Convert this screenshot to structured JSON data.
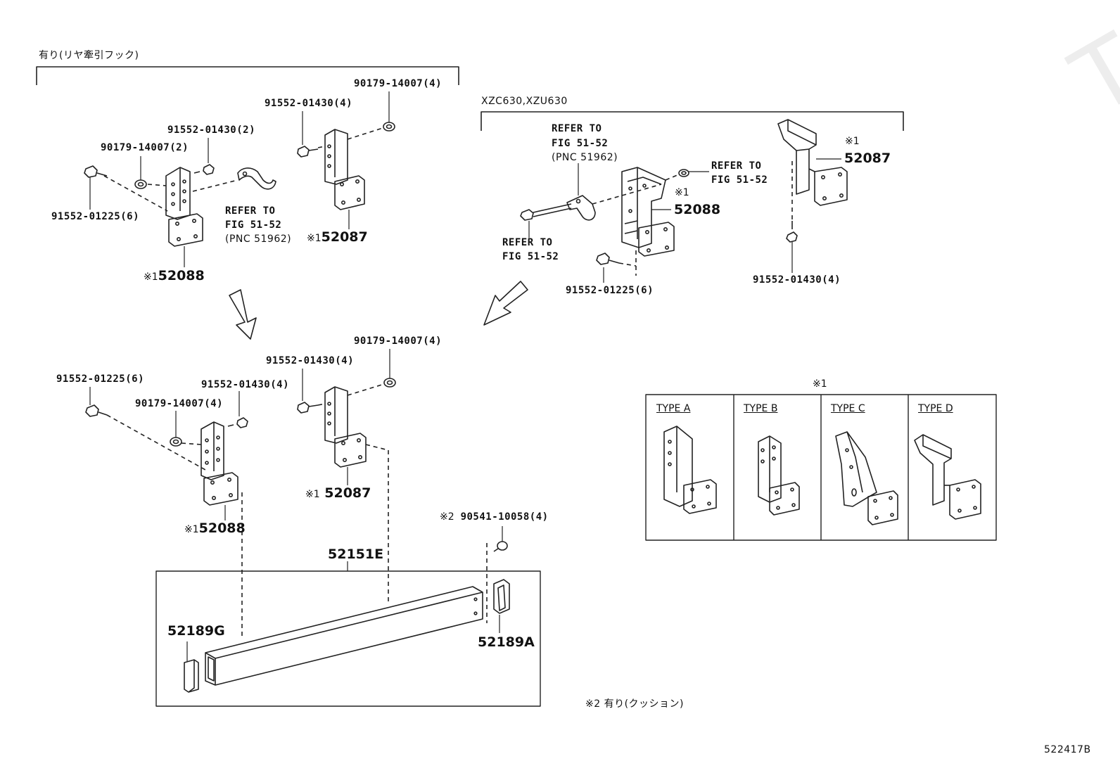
{
  "watermark": "ToyotaCarMine.ru",
  "figure_code": "522417B",
  "groups": {
    "rear_tow_hook": "有り(リヤ牽引フック)",
    "models": "XZC630,XZU630"
  },
  "refer": {
    "refer_to": "REFER TO",
    "fig": "FIG 51-52",
    "pnc": "(PNC 51962)"
  },
  "mark1": "※1",
  "mark2": "※2",
  "callouts": {
    "tl_nut4": "90179-14007(4)",
    "tl_bolt4": "91552-01430(4)",
    "tl_bolt2": "91552-01430(2)",
    "tl_nut2": "90179-14007(2)",
    "tl_bolt6": "91552-01225(6)",
    "tl_52087": "52087",
    "tl_52088": "52088",
    "tr_52087": "52087",
    "tr_52088": "52088",
    "tr_bolt6": "91552-01225(6)",
    "tr_bolt4": "91552-01430(4)",
    "bl_nut4a": "90179-14007(4)",
    "bl_bolt4a": "91552-01430(4)",
    "bl_bolt6": "91552-01225(6)",
    "bl_bolt4b": "91552-01430(4)",
    "bl_nut4b": "90179-14007(4)",
    "bl_52087": "52087",
    "bl_52088": "52088",
    "bl_cushion": "90541-10058(4)",
    "beam": "52151E",
    "cap_left": "52189G",
    "cap_right": "52189A"
  },
  "types": {
    "header": "※1",
    "a": "TYPE A",
    "b": "TYPE B",
    "c": "TYPE C",
    "d": "TYPE D"
  },
  "note2": "※2 有り(クッション)"
}
